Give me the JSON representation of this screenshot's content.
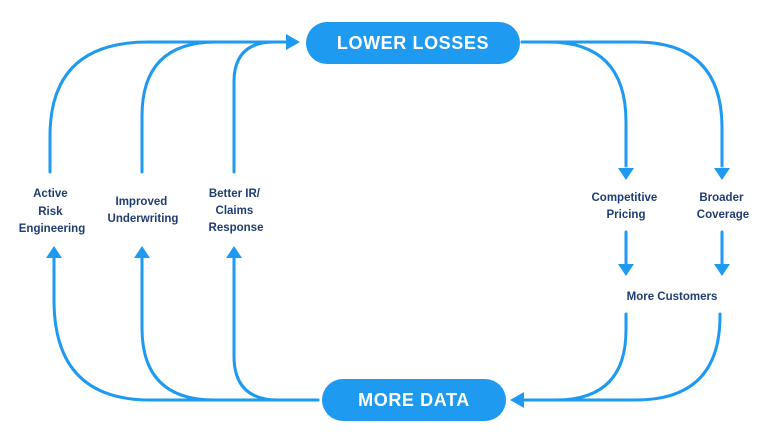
{
  "colors": {
    "accent": "#1e9af0",
    "label_text": "#1f3d73",
    "pill_text": "#ffffff"
  },
  "top_node": "LOWER LOSSES",
  "bottom_node": "MORE DATA",
  "left_nodes": [
    {
      "lines": [
        "Active",
        "Risk",
        "Engineering"
      ]
    },
    {
      "lines": [
        "Improved",
        "Underwriting"
      ]
    },
    {
      "lines": [
        "Better IR/",
        "Claims",
        "Response"
      ]
    }
  ],
  "right_nodes": {
    "competitive_pricing": [
      "Competitive",
      "Pricing"
    ],
    "broader_coverage": [
      "Broader",
      "Coverage"
    ],
    "more_customers": "More Customers"
  }
}
